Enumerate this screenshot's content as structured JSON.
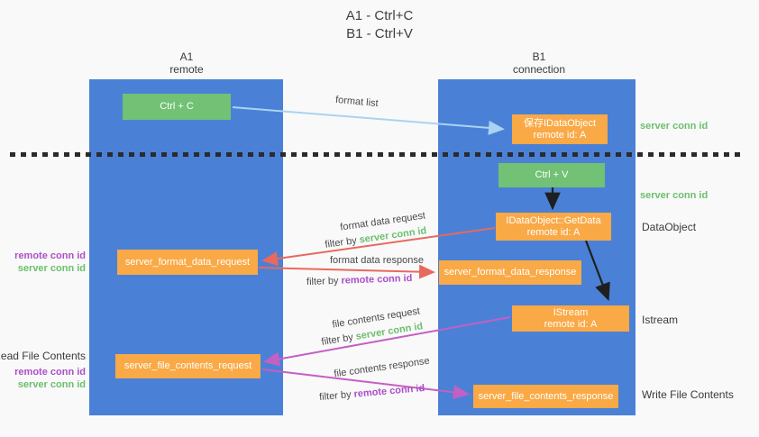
{
  "title": {
    "line1": "A1 - Ctrl+C",
    "line2": "B1 - Ctrl+V"
  },
  "columns": {
    "left": {
      "name": "A1",
      "subtitle": "remote"
    },
    "right": {
      "name": "B1",
      "subtitle": "connection"
    }
  },
  "nodes": {
    "ctrl_c": {
      "label": "Ctrl + C"
    },
    "ctrl_v": {
      "label": "Ctrl + V"
    },
    "save_idataobject": {
      "line1": "保存IDataObject",
      "line2": "remote id: A"
    },
    "getdata": {
      "line1": "IDataObject::GetData",
      "line2": "remote id: A"
    },
    "istream": {
      "line1": "IStream",
      "line2": "remote id: A"
    },
    "server_format_data_request": {
      "label": "server_format_data_request"
    },
    "server_format_data_response": {
      "label": "server_format_data_response"
    },
    "server_file_contents_request": {
      "label": "server_file_contents_request"
    },
    "server_file_contents_response": {
      "label": "server_file_contents_response"
    }
  },
  "arrow_labels": {
    "format_list": "format list",
    "format_data_request": "format data request",
    "format_data_response": "format data response",
    "file_contents_request": "file contents request",
    "file_contents_response": "file contents response",
    "filter_by": "filter by ",
    "server_conn_id": "server conn id",
    "remote_conn_id": "remote conn id"
  },
  "side_labels": {
    "right_server_conn_id_top": "server conn id",
    "right_server_conn_id_mid": "server conn id",
    "data_object": "DataObject",
    "istream": "Istream",
    "write_file_contents": "Write File Contents",
    "left_remote_conn_id_top": "remote conn id",
    "left_server_conn_id_top": "server conn id",
    "read_file_contents": "Read File Contents",
    "left_remote_conn_id_bottom": "remote conn id",
    "left_server_conn_id_bottom": "server conn id"
  },
  "colors": {
    "lifeline_blue": "#4a81d6",
    "box_green": "#72c174",
    "box_orange": "#f9a946",
    "arrow_light_blue": "#a9d3f1",
    "arrow_red": "#e8695e",
    "arrow_magenta": "#c45fc4",
    "arrow_black": "#1f1f1f",
    "text_green": "#6cbf6e",
    "text_purple": "#ab4fc8"
  }
}
